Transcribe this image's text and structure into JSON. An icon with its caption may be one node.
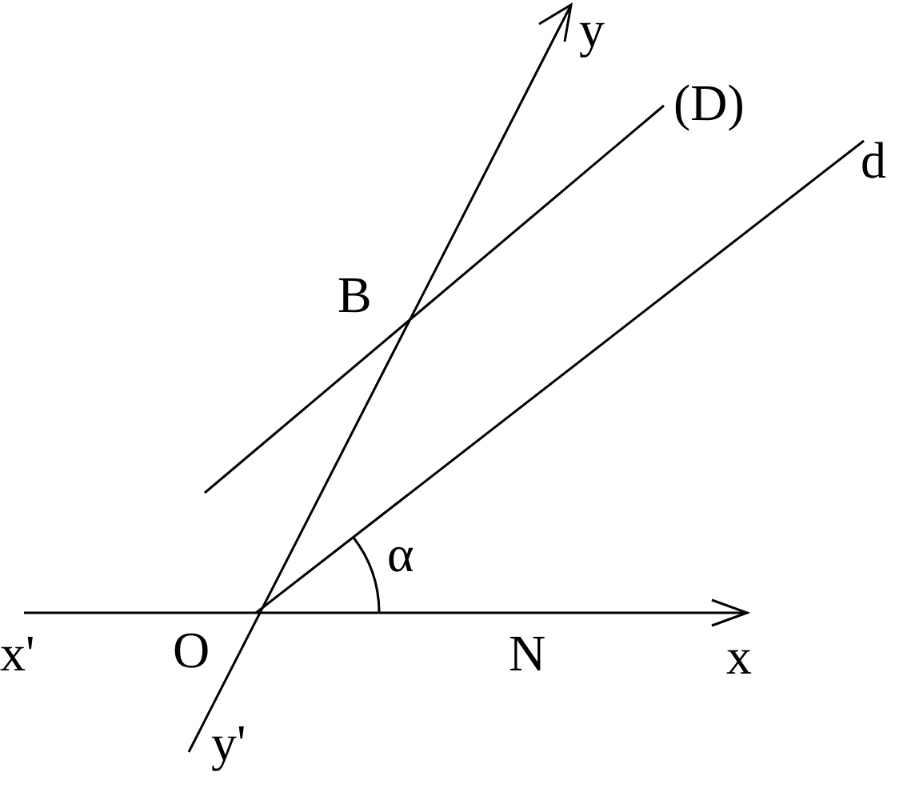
{
  "diagram": {
    "labels": [
      "y",
      "(D)",
      "d",
      "B",
      "α",
      "x'",
      "O",
      "N",
      "x",
      "y'"
    ]
  }
}
